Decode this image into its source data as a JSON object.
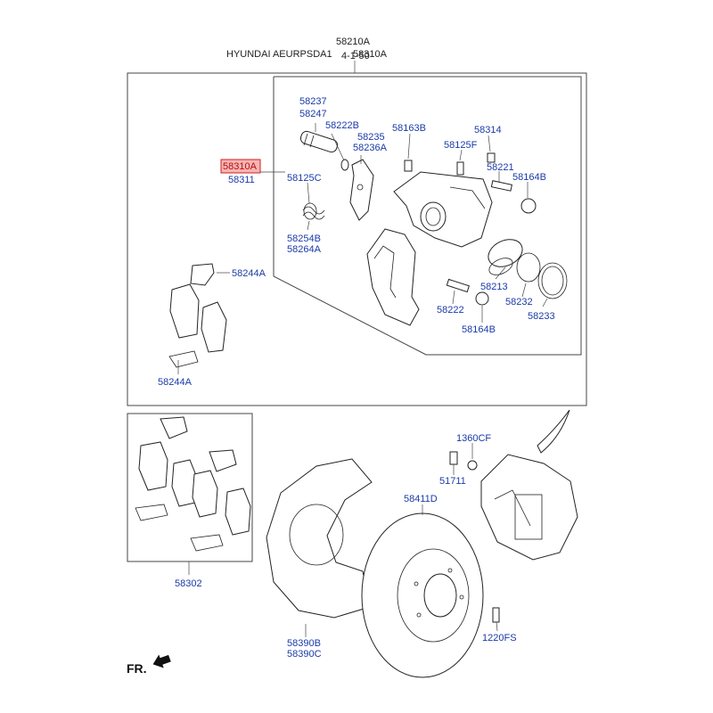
{
  "header": {
    "line_top": "58210A",
    "line_main": "HYUNDAI AEURPSDA1",
    "overlap_a": "4-1-50",
    "overlap_b": "58310A",
    "full_text": "HYUNDAI AEURPSDA1 58310A"
  },
  "highlight_color": "#f8b4b4",
  "label_color": "#1a3aa8",
  "labels": {
    "p58237": "58237",
    "p58247": "58247",
    "p58222B": "58222B",
    "p58235": "58235",
    "p58236A": "58236A",
    "p58163B": "58163B",
    "p58314": "58314",
    "p58125F": "58125F",
    "p58221": "58221",
    "p58164B_top": "58164B",
    "p58310A": "58310A",
    "p58311": "58311",
    "p58125C": "58125C",
    "p58254B": "58254B",
    "p58264A": "58264A",
    "p58244A_top": "58244A",
    "p58213": "58213",
    "p58232": "58232",
    "p58233": "58233",
    "p58222": "58222",
    "p58164B_bot": "58164B",
    "p58244A_bot": "58244A",
    "p1360CF": "1360CF",
    "p51711": "51711",
    "p58411D": "58411D",
    "p58302": "58302",
    "p1220FS": "1220FS",
    "p58390B": "58390B",
    "p58390C": "58390C"
  },
  "direction": "FR."
}
